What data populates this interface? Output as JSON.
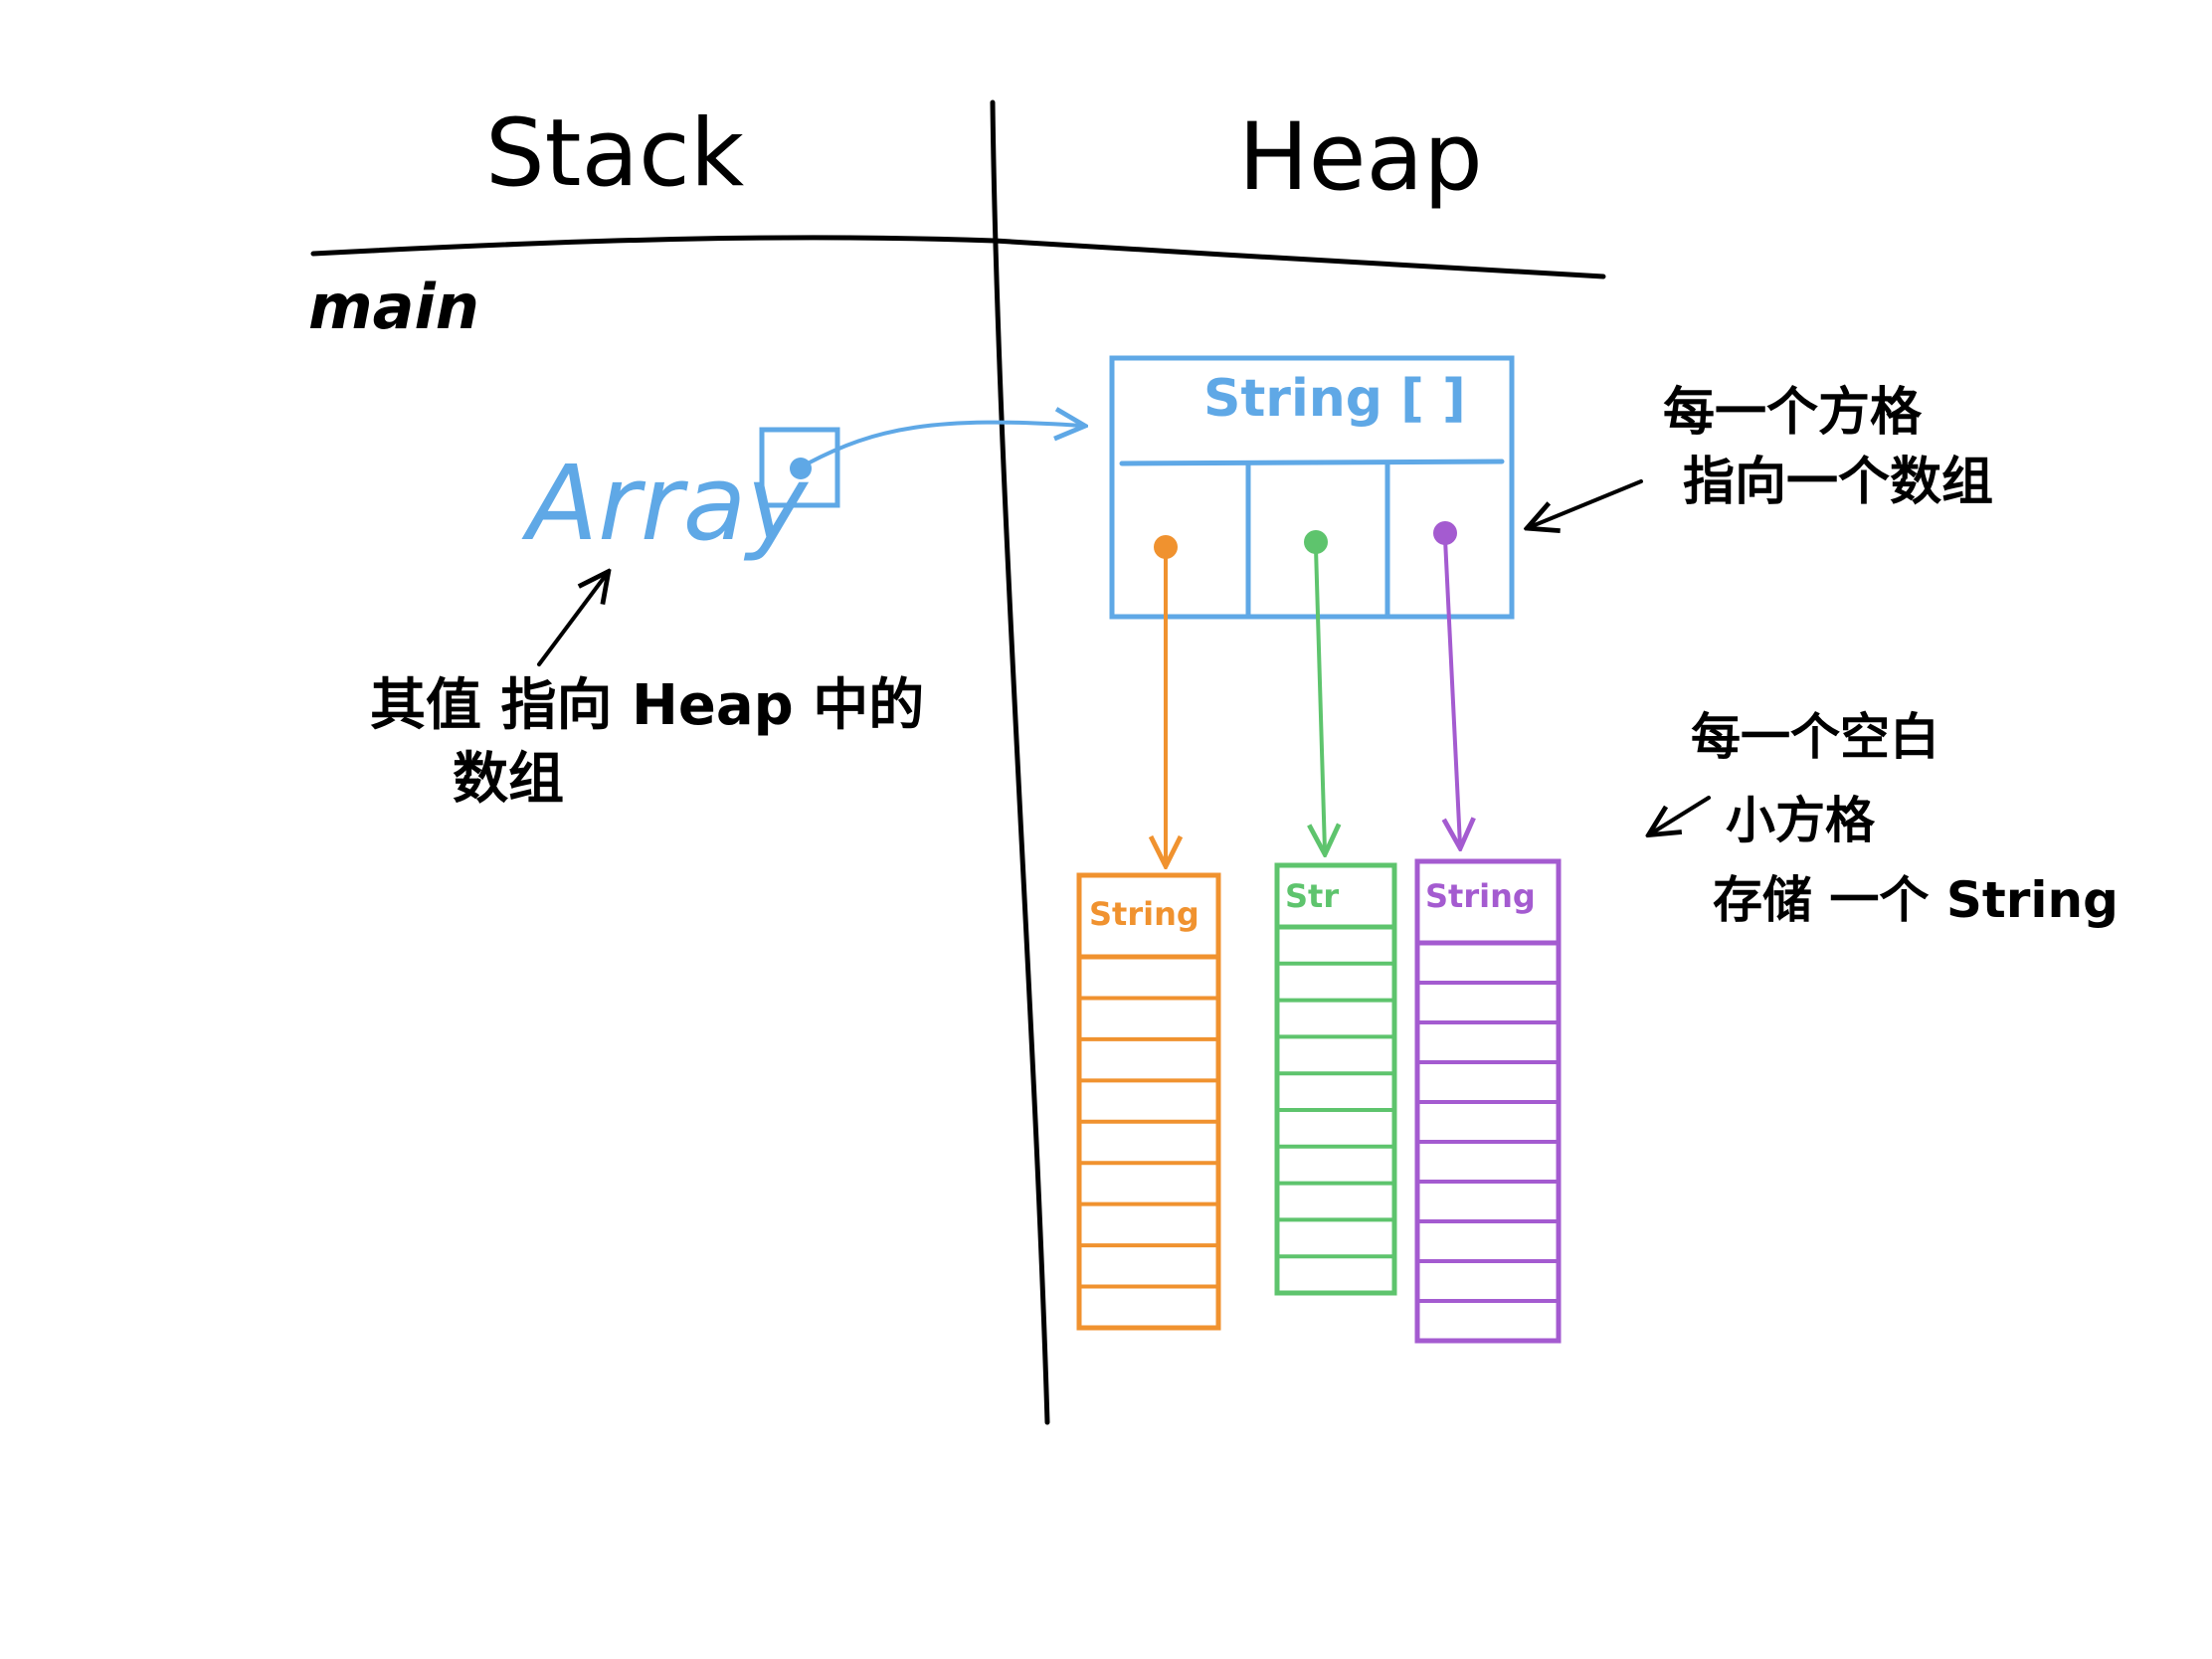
{
  "titles": {
    "stack": "Stack",
    "heap": "Heap"
  },
  "frame": {
    "main_label": "main"
  },
  "stack_var": {
    "name": "Array"
  },
  "annotations": {
    "array_note_line1": "其值 指向 Heap 中的",
    "array_note_line2": "数组",
    "outer_note_line1": "每一个方格",
    "outer_note_line2": "指向一个数组",
    "inner_note_line1": "每一个空白",
    "inner_note_line2": "小方格",
    "inner_note_line3": "存储 一个 String"
  },
  "heap_array": {
    "label": "String [ ]",
    "slots": 3
  },
  "inner_arrays": [
    {
      "label": "String",
      "color": "#f0922f",
      "rows": 9
    },
    {
      "label": "Str",
      "color": "#5ec46d",
      "rows": 10
    },
    {
      "label": "String",
      "color": "#a45bd0",
      "rows": 10
    }
  ],
  "colors": {
    "ink": "#000000",
    "blue": "#5fa8e6",
    "orange": "#f0922f",
    "green": "#5ec46d",
    "purple": "#a45bd0"
  }
}
